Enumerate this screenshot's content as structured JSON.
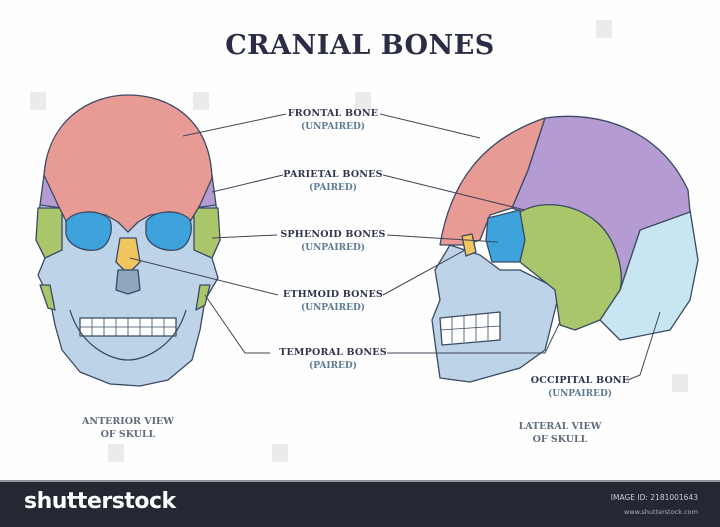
{
  "title": "CRANIAL BONES",
  "colors": {
    "frontal": "#e89a95",
    "parietal": "#b49bd2",
    "sphenoid": "#3ea3dc",
    "ethmoid": "#f1c55e",
    "temporal": "#a9c66a",
    "occipital": "#c8e6f2",
    "skull_base": "#bcd3e8",
    "outline": "#3a4a63",
    "title": "#2b2d45",
    "footer_bg": "#242833"
  },
  "labels": [
    {
      "name": "FRONTAL BONE",
      "type": "(UNPAIRED)"
    },
    {
      "name": "PARIETAL BONES",
      "type": "(PAIRED)"
    },
    {
      "name": "SPHENOID BONES",
      "type": "(UNPAIRED)"
    },
    {
      "name": "ETHMOID BONES",
      "type": "(UNPAIRED)"
    },
    {
      "name": "TEMPORAL BONES",
      "type": "(PAIRED)"
    },
    {
      "name": "OCCIPITAL BONE",
      "type": "(UNPAIRED)"
    }
  ],
  "captions": {
    "anterior": [
      "ANTERIOR VIEW",
      "OF SKULL"
    ],
    "lateral": [
      "LATERAL VIEW",
      "OF SKULL"
    ]
  },
  "footer": {
    "logo": "shutterstock",
    "image_id": "IMAGE ID: 2181001643",
    "site": "www.shutterstock.com"
  }
}
